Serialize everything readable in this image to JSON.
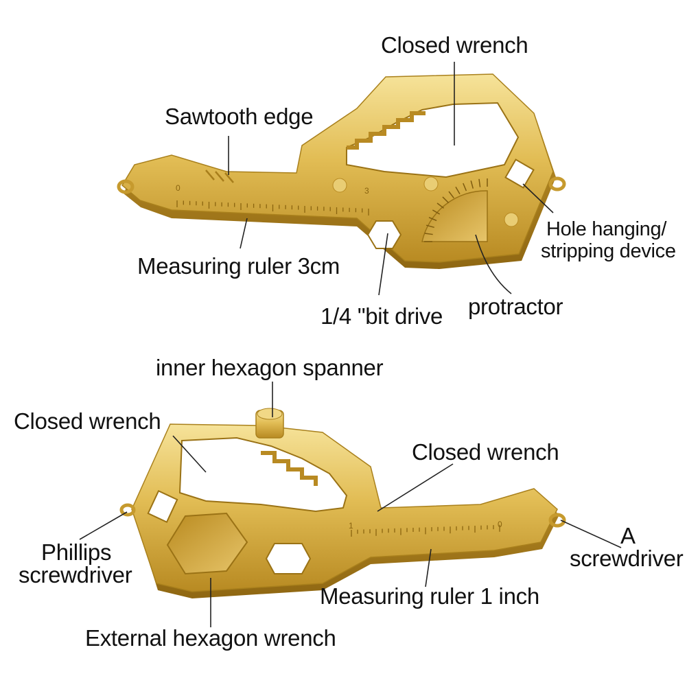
{
  "top_tool": {
    "labels": {
      "closed_wrench": "Closed wrench",
      "sawtooth_edge": "Sawtooth edge",
      "measuring_ruler": "Measuring ruler 3cm",
      "hole_hanging": "Hole hanging/",
      "stripping_device": "stripping device",
      "bit_drive": "1/4 \"bit drive",
      "protractor": "protractor"
    },
    "ruler_marks": {
      "start": "0",
      "end": "3"
    }
  },
  "bottom_tool": {
    "labels": {
      "inner_hex_spanner": "inner hexagon spanner",
      "closed_wrench_left": "Closed wrench",
      "closed_wrench_right": "Closed wrench",
      "phillips_line1": "Phillips",
      "phillips_line2": "screwdriver",
      "a_line1": "A",
      "a_line2": "screwdriver",
      "measuring_ruler": "Measuring ruler 1 inch",
      "external_hex": "External hexagon wrench"
    },
    "ruler_marks": {
      "start": "1",
      "end": "0"
    }
  },
  "colors": {
    "gold_light": "#f3d983",
    "gold_mid": "#dcb447",
    "gold_dark": "#b98a1f",
    "gold_shadow": "#8f6712",
    "leader": "#222222"
  }
}
